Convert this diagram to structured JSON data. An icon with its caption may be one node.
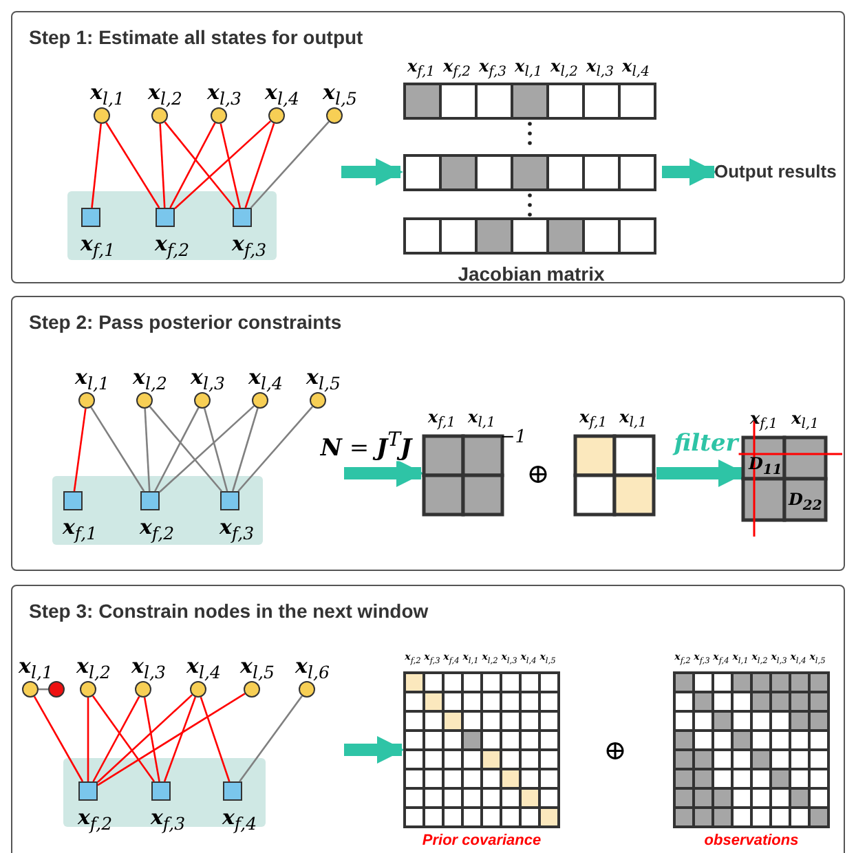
{
  "diagram": {
    "nodes": [
      {
        "text": [
          "Step 1: Estimate all states for output"
        ]
      },
      {
        "text": [],
        "shape": "circle",
        "beside": [
          "**x**$_{l,1}$"
        ],
        "in": 0
      },
      {
        "text": [],
        "shape": "circle",
        "beside": [
          "**x**$_{l,2}$"
        ],
        "in": 0
      },
      {
        "text": [],
        "shape": "circle",
        "beside": [
          "**x**$_{l,3}$"
        ],
        "in": 0
      },
      {
        "text": [],
        "shape": "circle",
        "beside": [
          "**x**$_{l,4}$"
        ],
        "in": 0
      },
      {
        "text": [],
        "shape": "circle",
        "beside": [
          "**x**$_{l,5}$"
        ],
        "in": 0
      },
      {
        "text": [],
        "shape": "band",
        "in": 0
      },
      {
        "text": [],
        "shape": "box",
        "beside": [
          "**x**$_{f,1}$"
        ],
        "in": 6
      },
      {
        "text": [],
        "shape": "box",
        "beside": [
          "**x**$_{f,2}$"
        ],
        "in": 6
      },
      {
        "text": [],
        "shape": "box",
        "beside": [
          "**x**$_{f,3}$"
        ],
        "in": 6
      },
      {
        "text": [
          "Jacobian matrix"
        ],
        "in": 0
      },
      {
        "text": [
          "Output results"
        ],
        "in": 0
      },
      {
        "text": [
          "Step 2: Pass posterior constraints"
        ]
      },
      {
        "text": [],
        "shape": "circle",
        "beside": [
          "**x**$_{l,1}$"
        ],
        "in": 12
      },
      {
        "text": [],
        "shape": "circle",
        "beside": [
          "**x**$_{l,2}$"
        ],
        "in": 12
      },
      {
        "text": [],
        "shape": "circle",
        "beside": [
          "**x**$_{l,3}$"
        ],
        "in": 12
      },
      {
        "text": [],
        "shape": "circle",
        "beside": [
          "**x**$_{l,4}$"
        ],
        "in": 12
      },
      {
        "text": [],
        "shape": "circle",
        "beside": [
          "**x**$_{l,5}$"
        ],
        "in": 12
      },
      {
        "text": [],
        "shape": "band",
        "in": 12
      },
      {
        "text": [],
        "shape": "box",
        "beside": [
          "**x**$_{f,1}$"
        ],
        "in": 18
      },
      {
        "text": [],
        "shape": "box",
        "beside": [
          "**x**$_{f,2}$"
        ],
        "in": 18
      },
      {
        "text": [],
        "shape": "box",
        "beside": [
          "**x**$_{f,3}$"
        ],
        "in": 18
      },
      {
        "text": [],
        "shape": "grid",
        "in": 12
      },
      {
        "text": [],
        "shape": "grid",
        "in": 12
      },
      {
        "text": [
          "D$_{11}$",
          "D$_{22}$"
        ],
        "in": 12
      },
      {
        "text": [
          "Step 3: Constrain nodes in the next window"
        ]
      },
      {
        "text": [],
        "shape": "circle",
        "beside": [
          "**x**$_{l,1}$"
        ],
        "in": 25
      },
      {
        "text": [],
        "shape": "circle",
        "beside": [
          "**x**$_{l,2}$"
        ],
        "in": 25
      },
      {
        "text": [],
        "shape": "circle",
        "beside": [
          "**x**$_{l,3}$"
        ],
        "in": 25
      },
      {
        "text": [],
        "shape": "circle",
        "beside": [
          "**x**$_{l,4}$"
        ],
        "in": 25
      },
      {
        "text": [],
        "shape": "circle",
        "beside": [
          "**x**$_{l,5}$"
        ],
        "in": 25
      },
      {
        "text": [],
        "shape": "circle",
        "beside": [
          "**x**$_{l,6}$"
        ],
        "in": 25
      },
      {
        "text": [],
        "shape": "circle",
        "in": 25
      },
      {
        "text": [],
        "shape": "band",
        "in": 25
      },
      {
        "text": [],
        "shape": "box",
        "beside": [
          "**x**$_{f,2}$"
        ],
        "in": 33
      },
      {
        "text": [],
        "shape": "box",
        "beside": [
          "**x**$_{f,3}$"
        ],
        "in": 33
      },
      {
        "text": [],
        "shape": "box",
        "beside": [
          "**x**$_{f,4}$"
        ],
        "in": 33
      },
      {
        "text": [
          "Prior covariance"
        ],
        "in": 25
      },
      {
        "text": [
          "observations"
        ],
        "in": 25
      }
    ],
    "edges": [
      {
        "from": 1,
        "to": 7,
        "arrow": "none"
      },
      {
        "from": 1,
        "to": 8,
        "arrow": "none"
      },
      {
        "from": 2,
        "to": 8,
        "arrow": "none"
      },
      {
        "from": 2,
        "to": 9,
        "arrow": "none"
      },
      {
        "from": 3,
        "to": 8,
        "arrow": "none"
      },
      {
        "from": 3,
        "to": 9,
        "arrow": "none"
      },
      {
        "from": 4,
        "to": 8,
        "arrow": "none"
      },
      {
        "from": 4,
        "to": 9,
        "arrow": "none"
      },
      {
        "from": 5,
        "to": 9,
        "arrow": "none",
        "color": "#808080"
      },
      {
        "from": null,
        "to": 10,
        "arrow": "to",
        "style": "thick",
        "color": "#2ec4a6"
      },
      {
        "from": 10,
        "to": 11,
        "arrow": "to",
        "style": "thick",
        "color": "#2ec4a6"
      },
      {
        "from": 13,
        "to": 19,
        "arrow": "none"
      },
      {
        "from": 13,
        "to": 20,
        "arrow": "none",
        "color": "#808080"
      },
      {
        "from": 14,
        "to": 20,
        "arrow": "none",
        "color": "#808080"
      },
      {
        "from": 14,
        "to": 21,
        "arrow": "none",
        "color": "#808080"
      },
      {
        "from": 15,
        "to": 20,
        "arrow": "none",
        "color": "#808080"
      },
      {
        "from": 15,
        "to": 21,
        "arrow": "none",
        "color": "#808080"
      },
      {
        "from": 16,
        "to": 20,
        "arrow": "none",
        "color": "#808080"
      },
      {
        "from": 16,
        "to": 21,
        "arrow": "none",
        "color": "#808080"
      },
      {
        "from": 17,
        "to": 21,
        "arrow": "none",
        "color": "#808080"
      },
      {
        "from": null,
        "to": 22,
        "arrow": "to",
        "style": "thick",
        "color": "#2ec4a6",
        "label": "**N** = **J**$^{T}$**J**"
      },
      {
        "from": 23,
        "to": 24,
        "arrow": "to",
        "style": "thick",
        "color": "#2ec4a6",
        "label": "filter"
      },
      {
        "from": 26,
        "to": 32,
        "arrow": "none",
        "color": "#808080"
      },
      {
        "from": 26,
        "to": 34,
        "arrow": "none"
      },
      {
        "from": 27,
        "to": 34,
        "arrow": "none"
      },
      {
        "from": 27,
        "to": 35,
        "arrow": "none"
      },
      {
        "from": 28,
        "to": 34,
        "arrow": "none"
      },
      {
        "from": 28,
        "to": 35,
        "arrow": "none"
      },
      {
        "from": 29,
        "to": 34,
        "arrow": "none"
      },
      {
        "from": 29,
        "to": 35,
        "arrow": "none"
      },
      {
        "from": 29,
        "to": 36,
        "arrow": "none"
      },
      {
        "from": 30,
        "to": 34,
        "arrow": "none"
      },
      {
        "from": 31,
        "to": 36,
        "arrow": "none",
        "color": "#808080"
      },
      {
        "from": null,
        "to": 37,
        "arrow": "to",
        "style": "thick",
        "color": "#2ec4a6"
      }
    ],
    "labels": [
      "**x**$_{f,1}$",
      "**x**$_{f,2}$",
      "**x**$_{f,3}$",
      "**x**$_{l,1}$",
      "**x**$_{l,2}$",
      "**x**$_{l,3}$",
      "**x**$_{l,4}$",
      "**x**$_{f,1}$",
      "**x**$_{l,1}$",
      "−1",
      "⊕",
      "**x**$_{f,1}$",
      "**x**$_{l,1}$",
      "**x**$_{f,1}$",
      "**x**$_{l,1}$",
      "**x**$_{f,2}$",
      "**x**$_{f,3}$",
      "**x**$_{f,4}$",
      "**x**$_{l,1}$",
      "**x**$_{l,2}$",
      "**x**$_{l,3}$",
      "**x**$_{l,4}$",
      "**x**$_{l,5}$",
      "⊕",
      "**x**$_{f,2}$",
      "**x**$_{f,3}$",
      "**x**$_{f,4}$",
      "**x**$_{l,1}$",
      "**x**$_{l,2}$",
      "**x**$_{l,3}$",
      "**x**$_{l,4}$",
      "**x**$_{l,5}$"
    ]
  }
}
